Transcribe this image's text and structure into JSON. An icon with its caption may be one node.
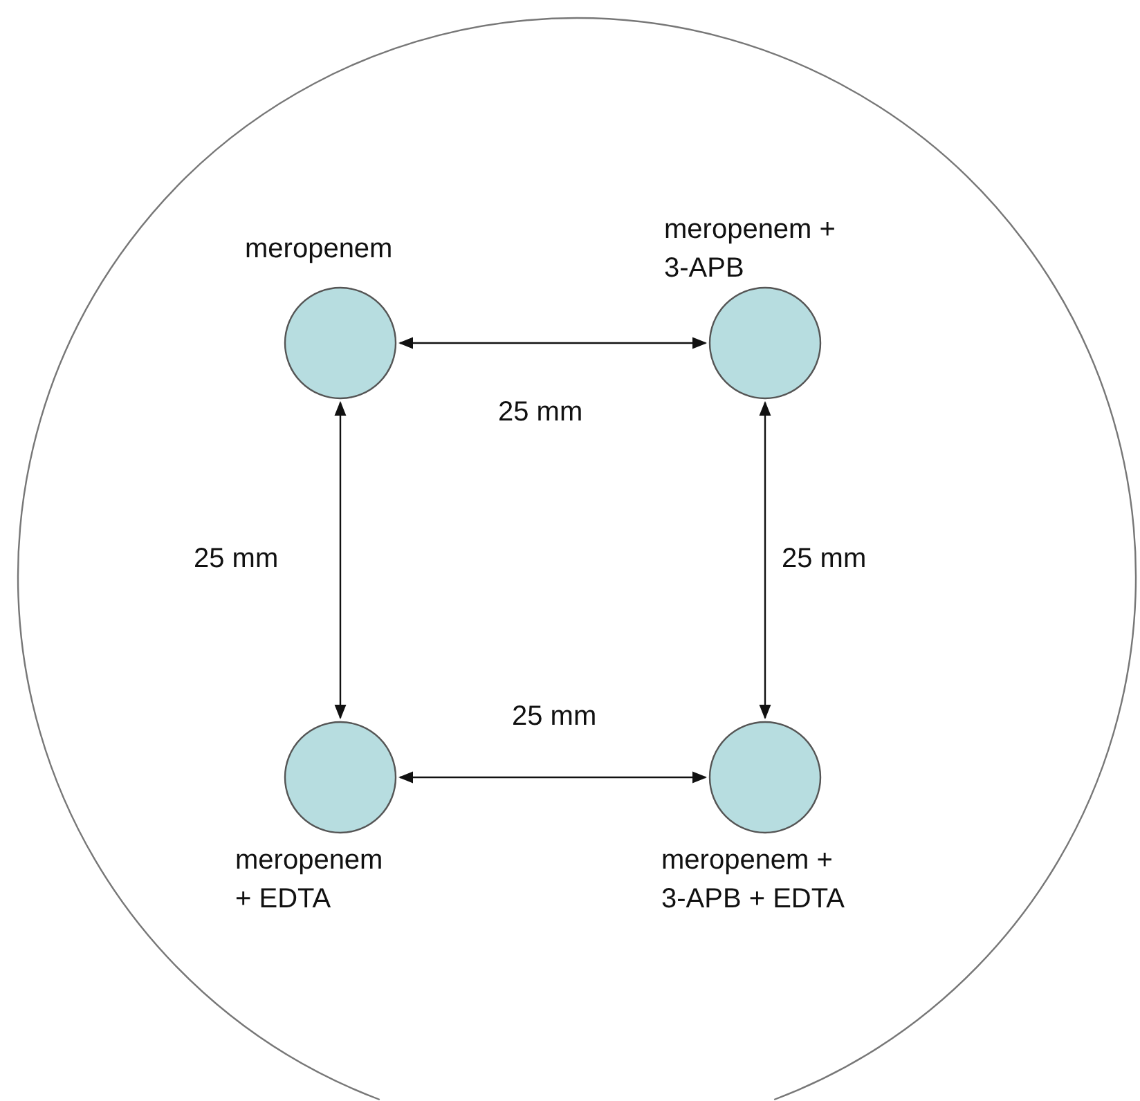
{
  "diagram": {
    "nodes": [
      {
        "text": [],
        "shape": "circle"
      },
      {
        "text": [
          "meropenem"
        ],
        "in": 0
      },
      {
        "text": [
          "meropenem + 3-APB"
        ],
        "in": 0
      },
      {
        "text": [
          "meropenem + EDTA"
        ],
        "in": 0
      },
      {
        "text": [
          "meropenem + 3-APB + EDTA"
        ],
        "in": 0
      }
    ],
    "edges": [
      {
        "from": 1,
        "to": 2,
        "arrow": "both",
        "label": "25 mm"
      },
      {
        "from": 1,
        "to": 3,
        "arrow": "both",
        "label": "25 mm"
      },
      {
        "from": 2,
        "to": 4,
        "arrow": "both",
        "label": "25 mm"
      },
      {
        "from": 3,
        "to": 4,
        "arrow": "both",
        "label": "25 mm"
      }
    ]
  }
}
